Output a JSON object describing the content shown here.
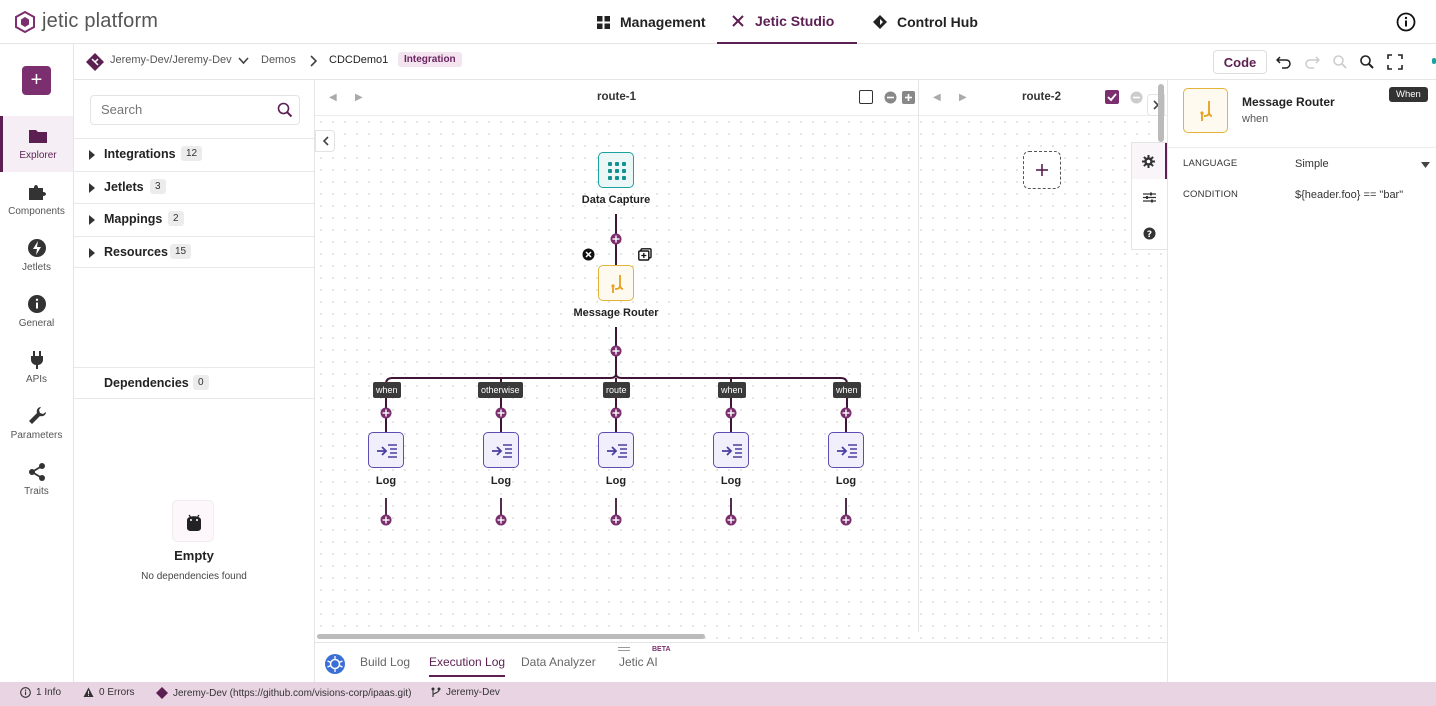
{
  "app": {
    "brand": "jetic platform"
  },
  "topnav": {
    "tabs": [
      {
        "label": "Management"
      },
      {
        "label": "Jetic Studio"
      },
      {
        "label": "Control Hub"
      }
    ]
  },
  "breadcrumb": {
    "repo": "Jeremy-Dev/Jeremy-Dev",
    "folder": "Demos",
    "item": "CDCDemo1",
    "badge": "Integration"
  },
  "toolbar": {
    "code_label": "Code"
  },
  "rail": {
    "items": [
      {
        "label": "Explorer",
        "icon": "folder-icon"
      },
      {
        "label": "Components",
        "icon": "puzzle-icon"
      },
      {
        "label": "Jetlets",
        "icon": "bolt-icon"
      },
      {
        "label": "General",
        "icon": "info-icon"
      },
      {
        "label": "APIs",
        "icon": "plug-icon"
      },
      {
        "label": "Parameters",
        "icon": "wrench-icon"
      },
      {
        "label": "Traits",
        "icon": "share-icon"
      }
    ]
  },
  "explorer": {
    "search_placeholder": "Search",
    "tree": [
      {
        "label": "Integrations",
        "count": "12"
      },
      {
        "label": "Jetlets",
        "count": "3"
      },
      {
        "label": "Mappings",
        "count": "2"
      },
      {
        "label": "Resources",
        "count": "15"
      }
    ],
    "dependencies": {
      "label": "Dependencies",
      "count": "0"
    },
    "empty": {
      "title": "Empty",
      "message": "No dependencies found"
    }
  },
  "canvas": {
    "routes": [
      {
        "title": "route-1"
      },
      {
        "title": "route-2"
      }
    ],
    "nodes": {
      "source": {
        "label": "Data Capture"
      },
      "router": {
        "label": "Message Router"
      }
    },
    "branches": [
      {
        "tag": "when",
        "node": "Log"
      },
      {
        "tag": "otherwise",
        "node": "Log"
      },
      {
        "tag": "route",
        "node": "Log"
      },
      {
        "tag": "when",
        "node": "Log"
      },
      {
        "tag": "when",
        "node": "Log"
      }
    ]
  },
  "bottom_tabs": {
    "tabs": [
      {
        "label": "Build Log"
      },
      {
        "label": "Execution Log"
      },
      {
        "label": "Data Analyzer"
      },
      {
        "label": "Jetic AI"
      }
    ],
    "beta_label": "BETA"
  },
  "properties": {
    "title": "Message Router",
    "subtitle": "when",
    "tooltip": "When",
    "rows": [
      {
        "key": "LANGUAGE",
        "value": "Simple"
      },
      {
        "key": "CONDITION",
        "value": "${header.foo} == \"bar\""
      }
    ]
  },
  "status": {
    "info": "1 Info",
    "errors": "0 Errors",
    "repo": "Jeremy-Dev (https://github.com/visions-corp/ipaas.git)",
    "branch": "Jeremy-Dev"
  },
  "colors": {
    "accent": "#5b1f52",
    "status_bg": "#e9d4e4",
    "router": "#e5b33a",
    "source": "#1aa3a0",
    "log": "#5a4fb0"
  }
}
